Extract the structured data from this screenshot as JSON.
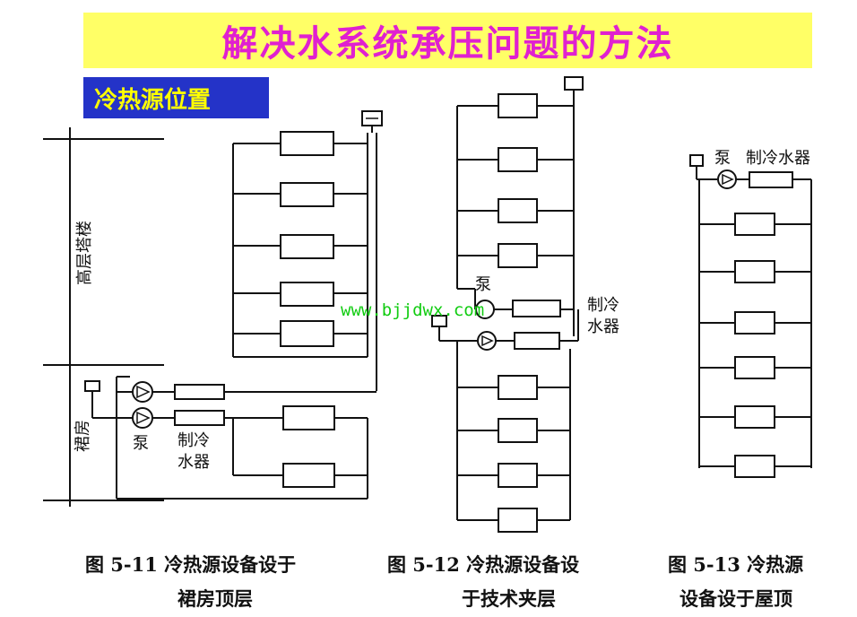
{
  "title": "解决水系统承压问题的方法",
  "subtitle": "冷热源位置",
  "watermark": "www.bjjdwx.com",
  "colors": {
    "title_bg": "#ffff66",
    "title_text": "#e020d0",
    "subtitle_bg": "#2433c8",
    "subtitle_text": "#ffff00",
    "watermark": "#11cc11",
    "line": "#111111"
  },
  "fig11": {
    "label_tower": "高层塔楼",
    "label_podium": "裙房",
    "pump": "泵",
    "chiller_line1": "制冷",
    "chiller_line2": "水器",
    "caption_line1": "图 5-11   冷热源设备设于",
    "caption_line2": "裙房顶层"
  },
  "fig12": {
    "pump": "泵",
    "chiller_line1": "制冷",
    "chiller_line2": "水器",
    "caption_line1": "图 5-12   冷热源设备设",
    "caption_line2": "于技术夹层"
  },
  "fig13": {
    "pump": "泵",
    "chiller": "制冷水器",
    "caption_line1": "图 5-13   冷热源",
    "caption_line2": "设备设于屋顶"
  }
}
